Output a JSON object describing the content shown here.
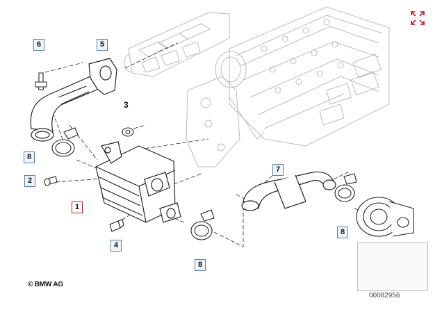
{
  "diagram": {
    "callouts": [
      {
        "id": "1",
        "label": "1",
        "highlight": true
      },
      {
        "id": "2",
        "label": "2"
      },
      {
        "id": "3",
        "label": "3",
        "boxed": false
      },
      {
        "id": "4",
        "label": "4"
      },
      {
        "id": "5",
        "label": "5"
      },
      {
        "id": "6",
        "label": "6"
      },
      {
        "id": "7",
        "label": "7"
      },
      {
        "id": "8a",
        "label": "8"
      },
      {
        "id": "8b",
        "label": "8"
      },
      {
        "id": "8c",
        "label": "8"
      }
    ],
    "copyright": "© BMW AG",
    "document_number": "00082956",
    "colors": {
      "callout_border": "#5a7fa3",
      "highlight_border": "#b31b1b",
      "expand_icon": "#c0282d",
      "line": "#222222"
    }
  }
}
